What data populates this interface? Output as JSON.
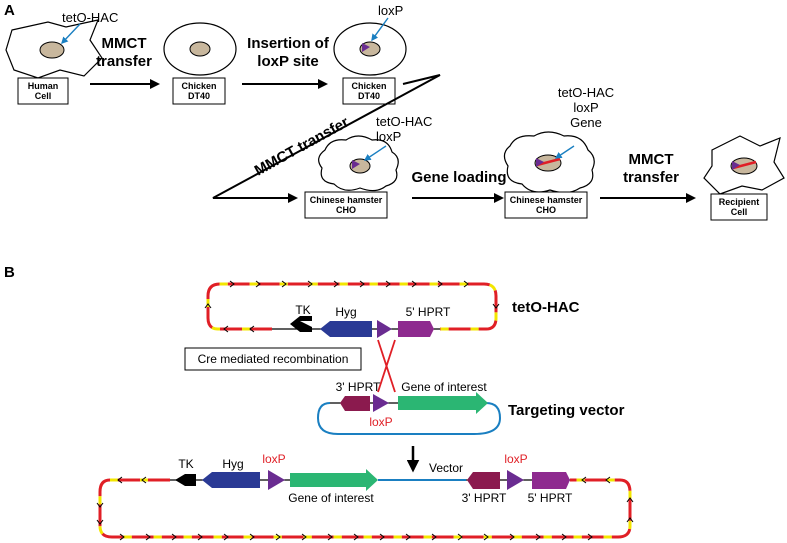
{
  "panels": {
    "a": "A",
    "b": "B"
  },
  "panel_a": {
    "cells": [
      {
        "box": [
          "Human",
          "Cell"
        ]
      },
      {
        "box": [
          "Chicken",
          "DT40"
        ]
      },
      {
        "box": [
          "Chicken",
          "DT40"
        ]
      },
      {
        "box": [
          "Chinese hamster",
          "CHO"
        ]
      },
      {
        "box": [
          "Chinese hamster",
          "CHO"
        ]
      },
      {
        "box": [
          "Recipient",
          "Cell"
        ]
      }
    ],
    "callouts": {
      "human": "tetO-HAC",
      "chicken2": "loxP",
      "cho1": [
        "tetO-HAC",
        "loxP"
      ],
      "cho2": [
        "tetO-HAC",
        "loxP",
        "Gene"
      ]
    },
    "steps": {
      "s1": [
        "MMCT",
        "transfer"
      ],
      "s2": [
        "Insertion of",
        "loxP site"
      ],
      "s3": "MMCT transfer",
      "s4": "Gene loading",
      "s5": [
        "MMCT",
        "transfer"
      ]
    }
  },
  "panel_b": {
    "hac_title": "tetO-HAC",
    "tk": "TK",
    "hyg": "Hyg",
    "hprt5": "5' HPRT",
    "cre": "Cre mediated recombination",
    "hprt3": "3' HPRT",
    "goi": "Gene of interest",
    "loxp": "loxP",
    "tv_title": "Targeting vector",
    "vector": "Vector",
    "colors": {
      "tk": "#000000",
      "hyg": "#2a3a95",
      "loxp": "#6a2c91",
      "hprt5": "#8e2a8f",
      "hprt3": "#8b1a4e",
      "goi": "#2bb673",
      "backbone_red": "#e01f26",
      "backbone_yellow": "#f3e600",
      "vector_line": "#1a7fc1"
    }
  }
}
